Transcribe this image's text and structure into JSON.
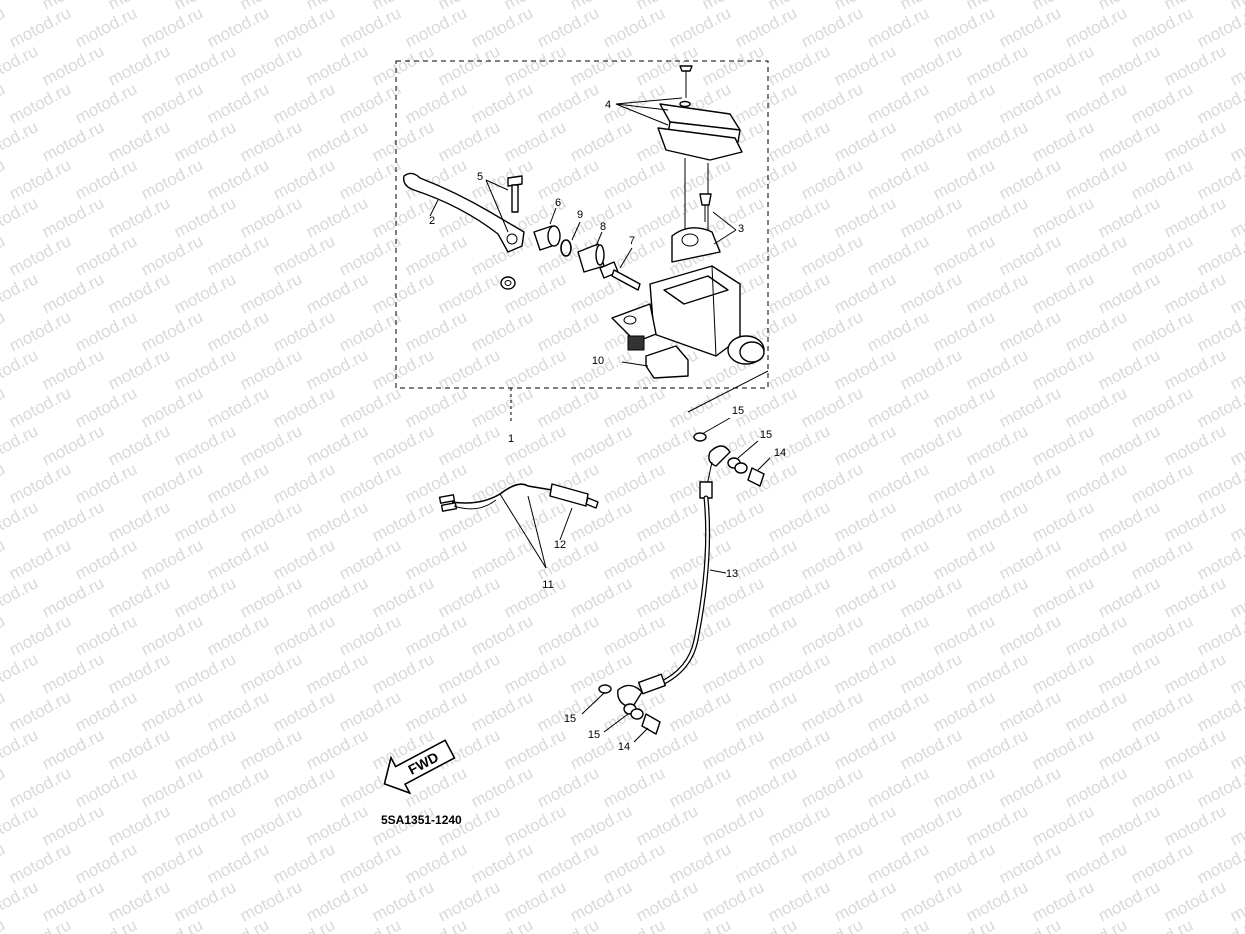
{
  "labels": {
    "drawing_code": "5SA1351-1240",
    "fwd": "FWD"
  },
  "watermark_text": "motod.ru",
  "callouts": [
    {
      "id": "c1",
      "text": "1"
    },
    {
      "id": "c2",
      "text": "2"
    },
    {
      "id": "c3",
      "text": "3"
    },
    {
      "id": "c4",
      "text": "4"
    },
    {
      "id": "c5",
      "text": "5"
    },
    {
      "id": "c6",
      "text": "6"
    },
    {
      "id": "c7",
      "text": "7"
    },
    {
      "id": "c8",
      "text": "8"
    },
    {
      "id": "c9",
      "text": "9"
    },
    {
      "id": "c10",
      "text": "10"
    },
    {
      "id": "c11",
      "text": "11"
    },
    {
      "id": "c12",
      "text": "12"
    },
    {
      "id": "c13",
      "text": "13"
    },
    {
      "id": "c14a",
      "text": "14"
    },
    {
      "id": "c14b",
      "text": "14"
    },
    {
      "id": "c15a",
      "text": "15"
    },
    {
      "id": "c15b",
      "text": "15"
    },
    {
      "id": "c15c",
      "text": "15"
    },
    {
      "id": "c15d",
      "text": "15"
    }
  ]
}
